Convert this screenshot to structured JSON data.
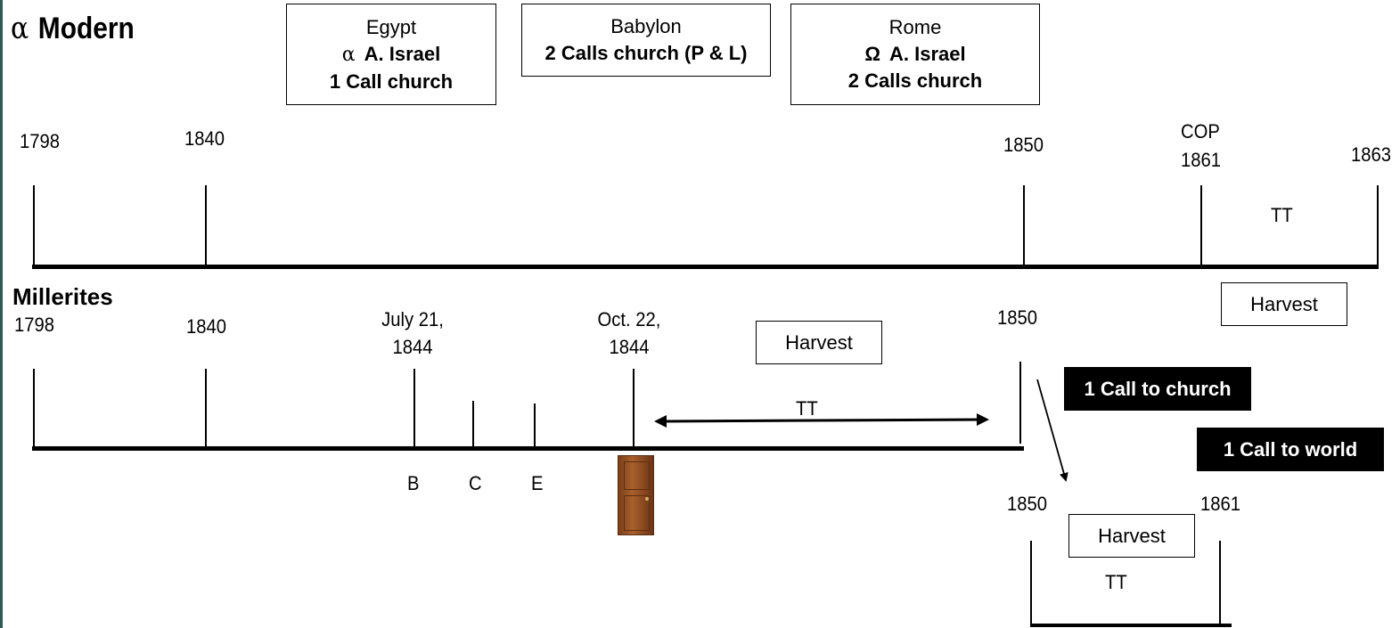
{
  "heading": {
    "symbol": "α",
    "title": "Modern"
  },
  "top_boxes": {
    "egypt": {
      "line1": "Egypt",
      "line2_symbol": "α",
      "line2": "A. Israel",
      "line3": "1 Call church"
    },
    "babylon": {
      "line1": "Babylon",
      "line2": "2 Calls church (P & L)"
    },
    "rome": {
      "line1": "Rome",
      "line2_symbol": "Ω",
      "line2": "A. Israel",
      "line3": "2 Calls church"
    }
  },
  "top_timeline": {
    "labels": {
      "y1798": "1798",
      "y1840": "1840",
      "y1850": "1850",
      "cop": "COP",
      "y1861": "1861",
      "y1863": "1863",
      "tt": "TT"
    }
  },
  "millerites_timeline": {
    "title": "Millerites",
    "labels": {
      "y1798": "1798",
      "y1840": "1840",
      "july_line1": "July 21,",
      "july_line2": "1844",
      "oct_line1": "Oct. 22,",
      "oct_line2": "1844",
      "y1850": "1850",
      "tt": "TT",
      "b": "B",
      "c": "C",
      "e": "E"
    },
    "harvest_box": "Harvest"
  },
  "right_panel": {
    "harvest_top": "Harvest",
    "call_church": "1 Call to church",
    "call_world": "1 Call to world"
  },
  "bottom_right_timeline": {
    "y1850": "1850",
    "y1861": "1861",
    "harvest": "Harvest",
    "tt": "TT"
  },
  "icons": {
    "door": "door-icon"
  },
  "colors": {
    "edge_bar": "#2d5a57",
    "door": "#a8602b",
    "call_box": "#000000"
  }
}
